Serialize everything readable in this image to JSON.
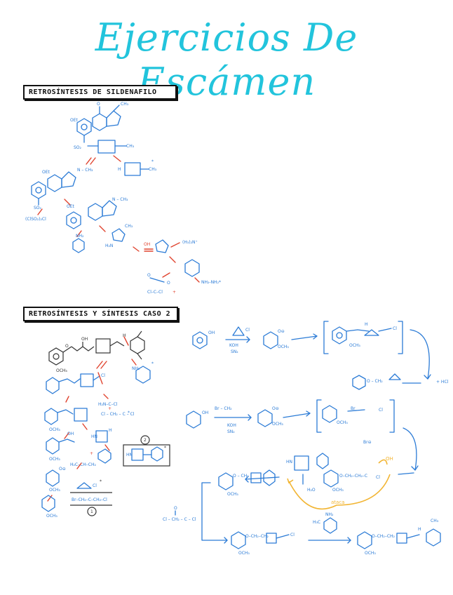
{
  "title": "Ejercicios De Escámen",
  "sections": [
    {
      "heading": "RETROSÍNTESIS DE SILDENAFILO"
    },
    {
      "heading": "RETROSÍNTESIS Y SÍNTESIS CASO 2"
    }
  ],
  "labels": {
    "so2": "SO₂",
    "clso2cl": "(ClSO₂)₂Cl",
    "koh": "KOH",
    "sn2": "SN₂",
    "hcl": "+ HCl",
    "br": "Br⊖",
    "h2o": "H₂O",
    "ataca": "ataca",
    "ocH3": "OCH₃",
    "oh": "OH",
    "cl": "Cl",
    "br_reag": "Br – CH₂",
    "acyl": "Cl – CH₂ – C – Cl",
    "nh2": "NH₂",
    "n_ch3": "N – CH₃",
    "ch3": "CH₃",
    "o_ch2": "O – CH₂",
    "nh4": "(H₃)₂N⁺",
    "paren1": "1",
    "paren2": "2",
    "o_minus": "O⊖",
    "plus_star": "*"
  }
}
